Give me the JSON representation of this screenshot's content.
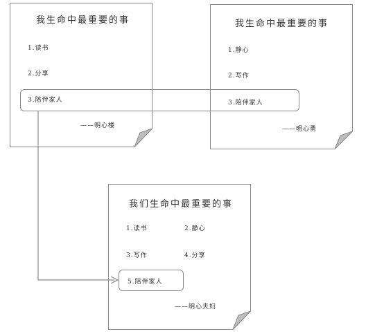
{
  "notes": {
    "left": {
      "title": "我生命中最重要的事",
      "items": [
        "1.读书",
        "2.分享",
        "3.陪伴家人"
      ],
      "signature": "——明心楼"
    },
    "right": {
      "title": "我生命中最重要的事",
      "items": [
        "1.静心",
        "2.写作",
        "3.陪伴家人"
      ],
      "signature": "——明心勇"
    },
    "merged": {
      "title": "我们生命中最重要的事",
      "items": [
        "1.读书",
        "2.静心",
        "3.写作",
        "4.分享",
        "5.陪伴家人"
      ],
      "signature": "——明心夫妇"
    }
  },
  "colors": {
    "border": "#888888",
    "fold": "#b5b5b5",
    "text": "#333333"
  }
}
